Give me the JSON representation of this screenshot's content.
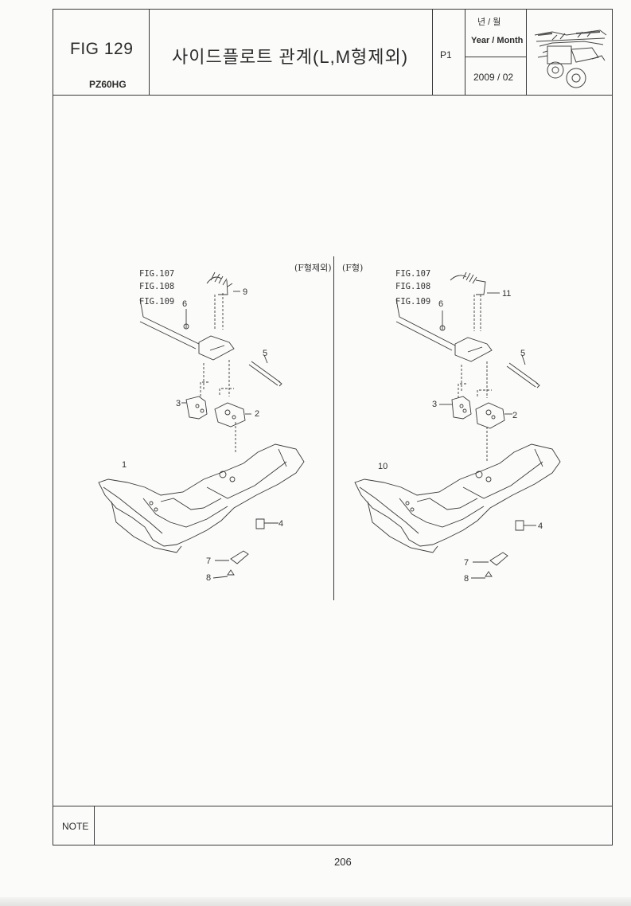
{
  "header": {
    "fig_label": "FIG 129",
    "model": "PZ60HG",
    "title": "사이드플로트 관계(L,M형제외)",
    "page_code": "P1",
    "year_month_ko": "년 / 월",
    "year_month_en": "Year / Month",
    "date": "2009 / 02",
    "thumbnail_icon": "rice-transplanter-icon"
  },
  "diagram": {
    "left_panel": {
      "heading": "(F형제외)",
      "refs": [
        "FIG.107",
        "FIG.108",
        "FIG.109"
      ],
      "callouts": [
        "9",
        "6",
        "5",
        "3",
        "2",
        "1",
        "4",
        "7",
        "8"
      ]
    },
    "right_panel": {
      "heading": "(F형)",
      "refs": [
        "FIG.107",
        "FIG.108",
        "FIG.109"
      ],
      "callouts": [
        "11",
        "6",
        "5",
        "3",
        "2",
        "10",
        "4",
        "7",
        "8"
      ]
    }
  },
  "footer": {
    "note_label": "NOTE",
    "note_text": "",
    "page_number": "206"
  }
}
